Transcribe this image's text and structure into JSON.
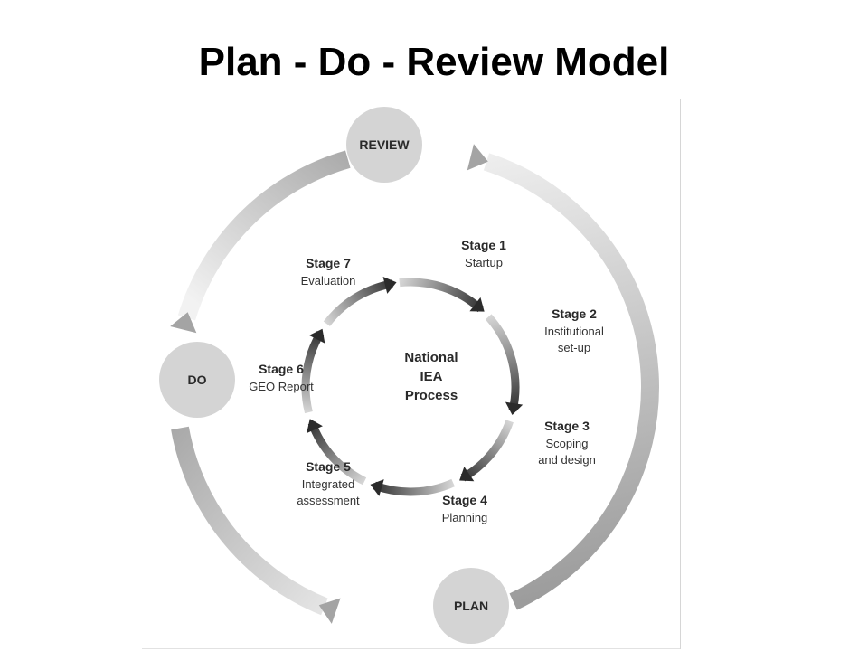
{
  "title": "Plan - Do - Review Model",
  "outer_cycle": {
    "nodes": [
      {
        "id": "review",
        "label": "REVIEW"
      },
      {
        "id": "do",
        "label": "DO"
      },
      {
        "id": "plan",
        "label": "PLAN"
      }
    ]
  },
  "inner_cycle": {
    "center_lines": [
      "National",
      "IEA",
      "Process"
    ],
    "stages": [
      {
        "title": "Stage 1",
        "desc": [
          "Startup"
        ]
      },
      {
        "title": "Stage 2",
        "desc": [
          "Institutional",
          "set-up"
        ]
      },
      {
        "title": "Stage 3",
        "desc": [
          "Scoping",
          "and design"
        ]
      },
      {
        "title": "Stage 4",
        "desc": [
          "Planning"
        ]
      },
      {
        "title": "Stage 5",
        "desc": [
          "Integrated",
          "assessment"
        ]
      },
      {
        "title": "Stage 6",
        "desc": [
          "GEO Report"
        ]
      },
      {
        "title": "Stage 7",
        "desc": [
          "Evaluation"
        ]
      }
    ]
  },
  "colors": {
    "node_fill": "#d4d4d4",
    "outer_ring_light": "#efefef",
    "outer_ring_dark": "#9a9a9a",
    "inner_ring_light": "#d0d0d0",
    "inner_ring_dark": "#2b2b2b",
    "text": "#2a2a2a"
  }
}
